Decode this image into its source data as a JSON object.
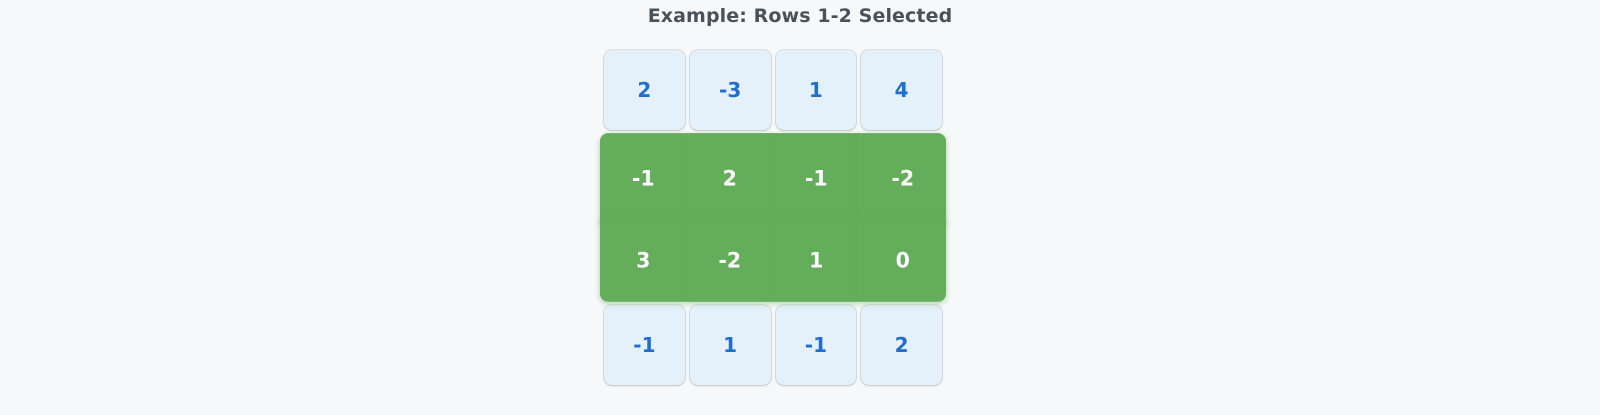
{
  "page": {
    "title": "Example: Rows 1-2 Selected",
    "background_color": "#f7f8fa",
    "title_color": "#4a5259"
  },
  "matrix": {
    "rows": 4,
    "columns": 4,
    "selected_row_indices": [
      1,
      2
    ],
    "cell_colors": {
      "unselected_background": "#e4f0fa",
      "unselected_text": "#1f6fd0",
      "selected_background": "#64ad5a",
      "selected_text": "#ffffff"
    },
    "values": [
      [
        "2",
        "-3",
        "1",
        "4"
      ],
      [
        "-1",
        "2",
        "-1",
        "-2"
      ],
      [
        "3",
        "-2",
        "1",
        "0"
      ],
      [
        "-1",
        "1",
        "-1",
        "2"
      ]
    ]
  }
}
